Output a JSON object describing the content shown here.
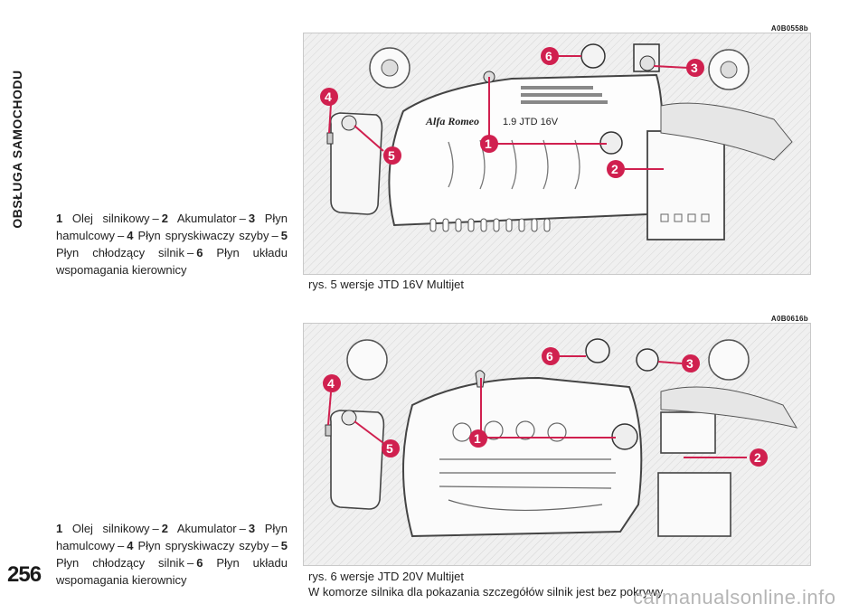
{
  "section_title": "OBSŁUGA SAMOCHODU",
  "page_number": "256",
  "legend": {
    "items": [
      {
        "num": "1",
        "text": "Olej silnikowy"
      },
      {
        "num": "2",
        "text": "Akumulator"
      },
      {
        "num": "3",
        "text": "Płyn hamulcowy"
      },
      {
        "num": "4",
        "text": "Płyn spryskiwaczy szyby"
      },
      {
        "num": "5",
        "text": "Płyn chłodzący silnik"
      },
      {
        "num": "6",
        "text": "Płyn układu wspomagania kierownicy"
      }
    ],
    "separator": "–"
  },
  "figure1": {
    "code": "A0B0558b",
    "caption": "rys. 5 wersje JTD 16V Multijet",
    "engine_badge": "1.9  JTD 16V",
    "brand_script": "Alfa Romeo",
    "accent_color": "#d0204f"
  },
  "figure2": {
    "code": "A0B0616b",
    "caption_line1": "rys. 6 wersje JTD 20V Multijet",
    "caption_line2": "W komorze silnika dla pokazania szczegółów silnik jest bez pokrywy",
    "accent_color": "#d0204f"
  },
  "watermark": "carmanualsonline.info"
}
